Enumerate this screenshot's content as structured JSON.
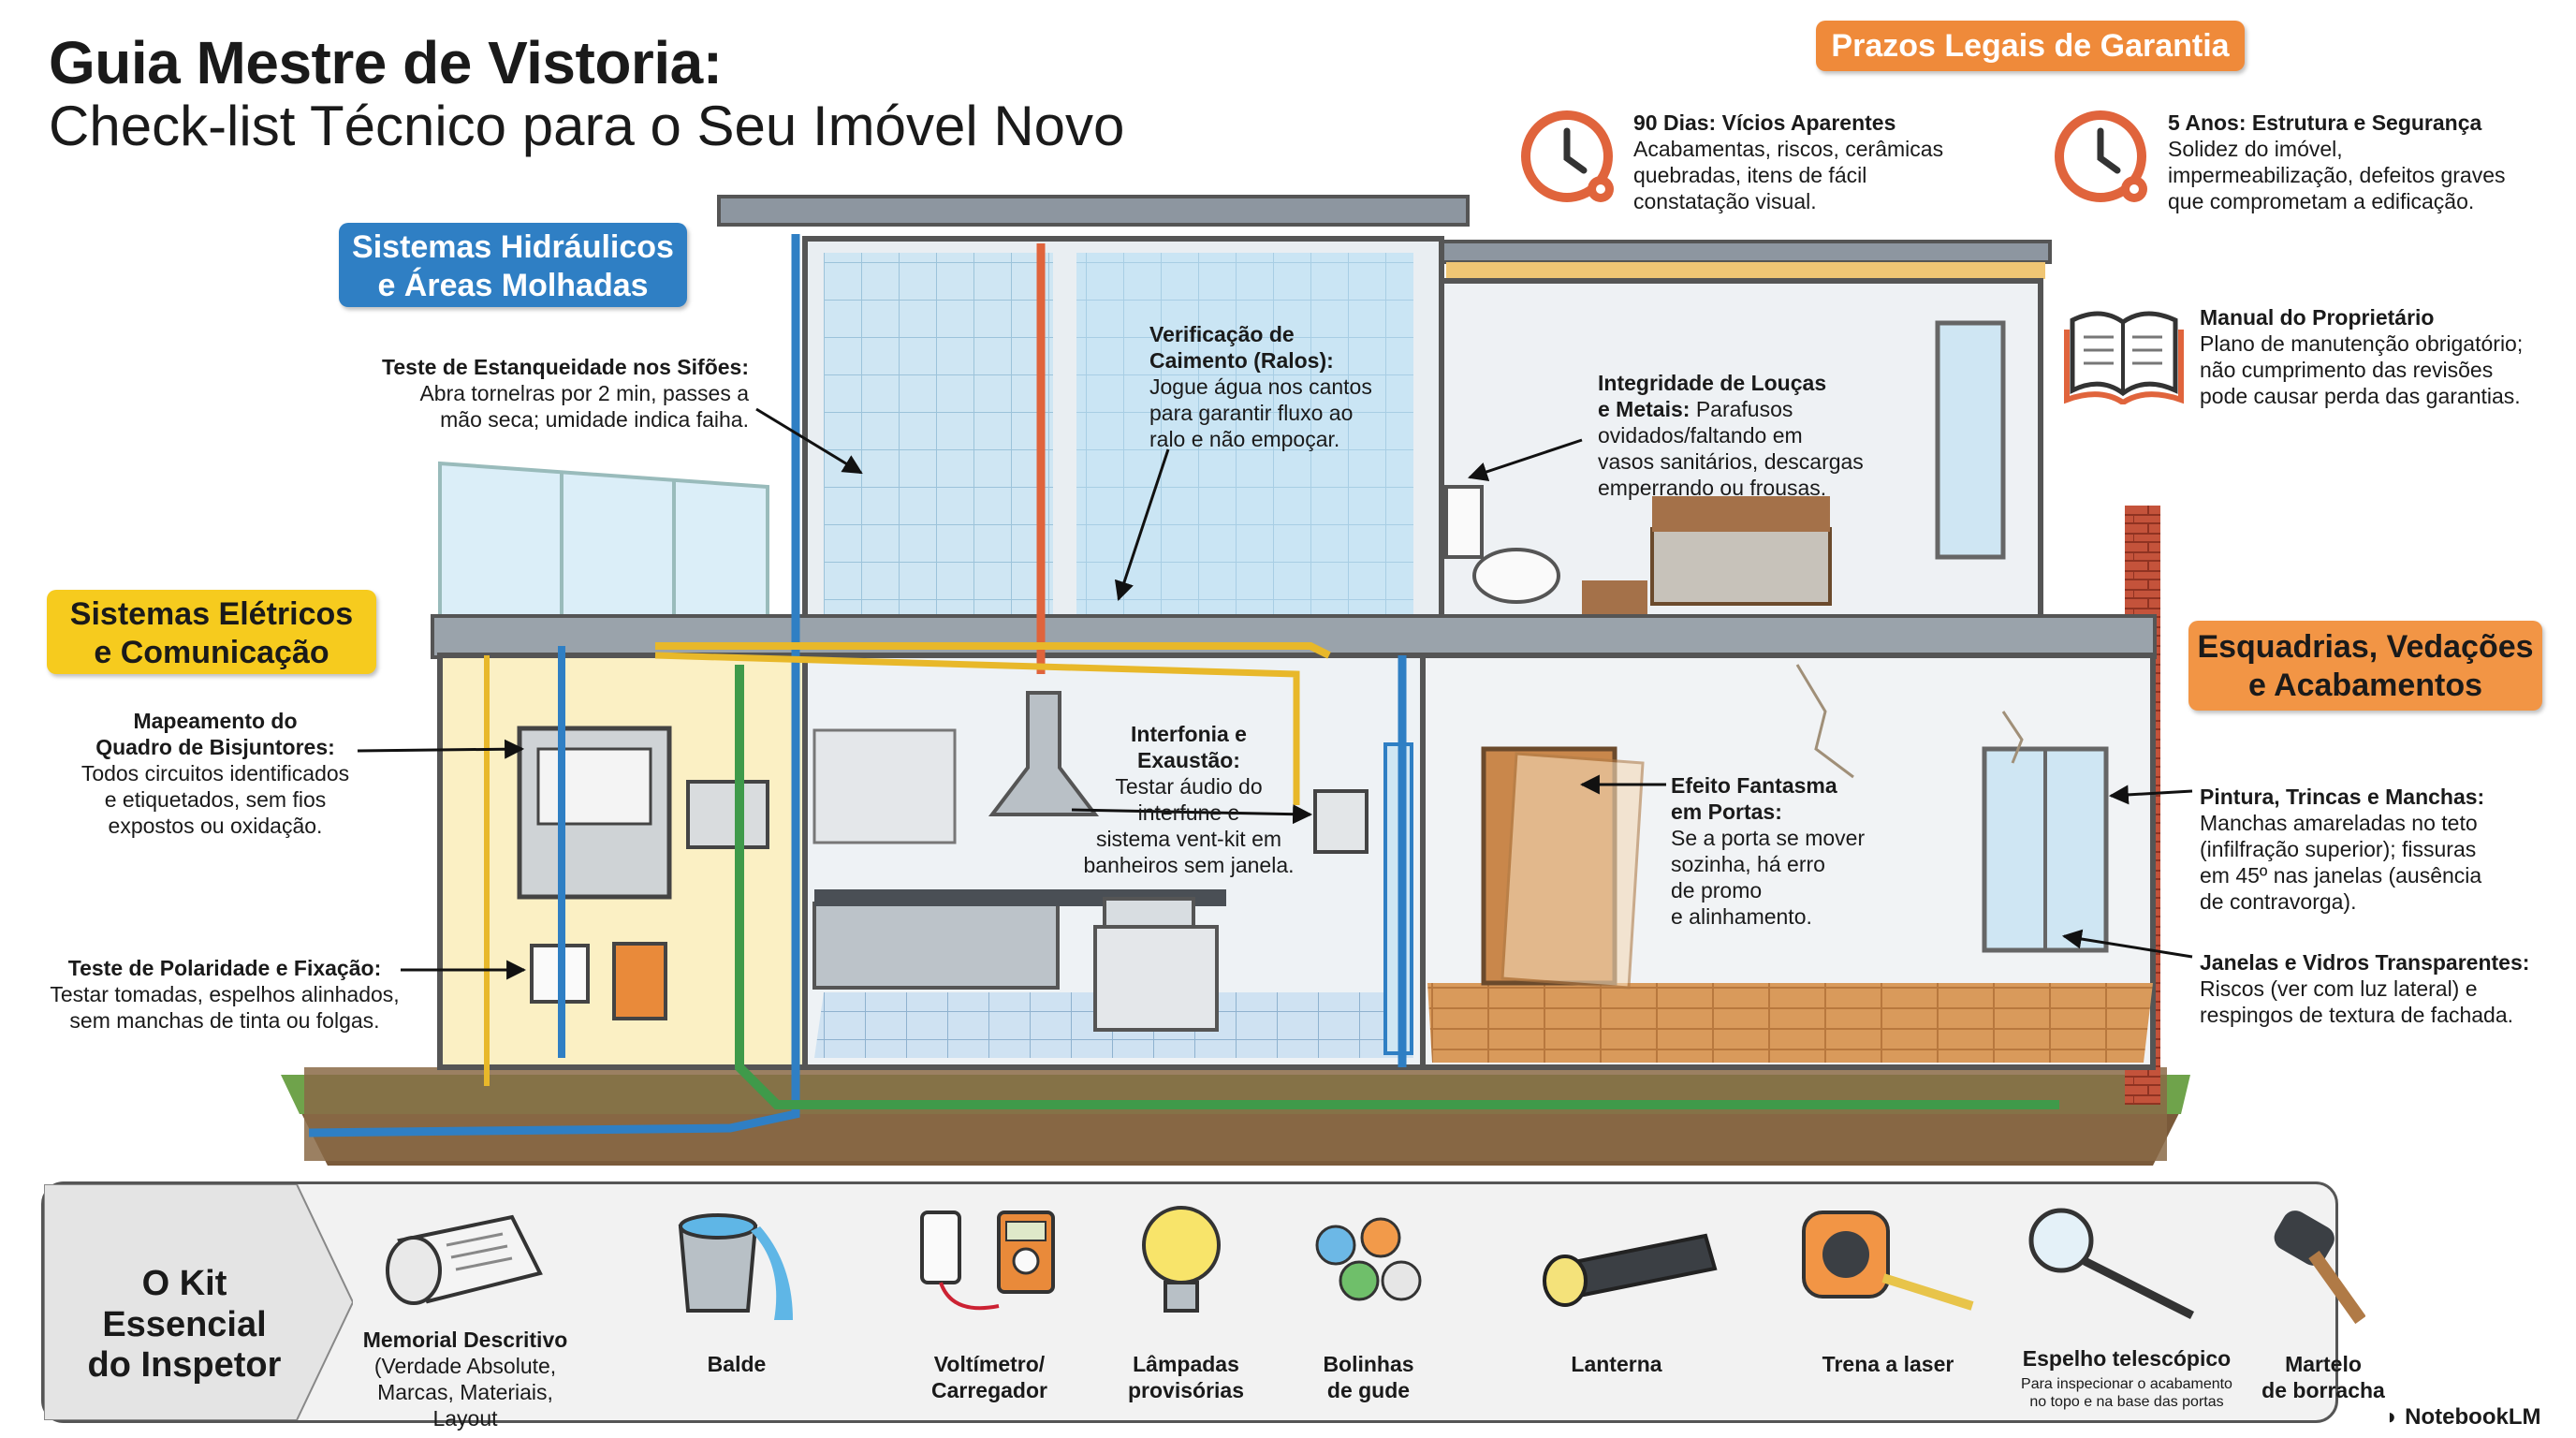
{
  "title": {
    "line1": "Guia Mestre de Vistoria:",
    "line2": "Check-list Técnico para o Seu Imóvel Novo"
  },
  "sections": {
    "hidraulica": "Sistemas Hidráulicos\ne Áreas Molhadas",
    "eletrica": "Sistemas Elétricos\ne Comunicação",
    "esquadrias": "Esquadrias, Vedações\ne Acabamentos",
    "prazos": "Prazos Legais de Garantia"
  },
  "guarantees": [
    {
      "heading": "90 Dias: Vícios Aparentes",
      "text": "Acabamentas, riscos, cerâmicas\nquebradas, itens de fácil\nconstatação visual."
    },
    {
      "heading": "5 Anos: Estrutura e Segurança",
      "text": "Solidez do imóvel,\nimpermeabilização, defeitos graves\nque comprometam a edificação."
    },
    {
      "heading": "Manual do Proprietário",
      "text": "Plano de manutenção obrigatório;\nnão cumprimento das revisões\npode causar perda das garantias."
    }
  ],
  "callouts": {
    "sifoes": {
      "heading": "Teste de Estanqueidade nos Sifões:",
      "text": "Abra tornelras por 2 min, passes  a\nmão seca; umidade indica faiha."
    },
    "caimento": {
      "heading": "Verificação de\nCaimento (Ralos):",
      "text": "Jogue água nos cantos\npara garantir fluxo ao\nralo e não empoçar."
    },
    "loucas": {
      "heading": "Integridade de Louças\ne Metais:",
      "text": " Parafusos\novidados/faltando em\nvasos sanitários, descargas\nemperrando ou frousas."
    },
    "quadro": {
      "heading": "Mapeamento do\nQuadro de Bisjuntores:",
      "text": "Todos circuitos identificados\ne etiquetados, sem fios\nexpostos ou oxidação."
    },
    "polaridade": {
      "heading": "Teste de Polaridade e Fixação:",
      "text": "Testar tomadas, espelhos alinhados,\nsem manchas de tinta ou folgas."
    },
    "interfonia": {
      "heading": "Interfonia e\nExaustão:",
      "text": "Testar áudio do\ninterfune e\nsistema vent-kit em\nbanheiros sem janela."
    },
    "fantasma": {
      "heading": "Efeito Fantasma\nem Portas:",
      "text": "Se a porta se mover\nsozinha, há erro\nde promo\ne alinhamento."
    },
    "pintura": {
      "heading": "Pintura, Trincas e Manchas:",
      "text": "Manchas amareladas no teto\n(infilfração superior); fissuras\nem 45º nas janelas (ausência\nde contravorga)."
    },
    "janelas": {
      "heading": "Janelas e Vidros Transparentes:",
      "text": "Riscos (ver com luz lateral) e\nrespingos de textura de fachada."
    }
  },
  "kit": {
    "title": "O Kit Essencial\ndo Inspetor",
    "items": [
      {
        "label": "Memorial Descritivo",
        "sub": "(Verdade Absolute,\nMarcas, Materiais, Layout",
        "icon": "document-scroll-icon"
      },
      {
        "label": "Balde",
        "sub": "",
        "icon": "bucket-icon"
      },
      {
        "label": "Voltímetro/\nCarregador",
        "sub": "",
        "icon": "multimeter-icon"
      },
      {
        "label": "Lâmpadas\nprovisórias",
        "sub": "",
        "icon": "light-bulb-icon"
      },
      {
        "label": "Bolinhas\nde gude",
        "sub": "",
        "icon": "marbles-icon"
      },
      {
        "label": "Lanterna",
        "sub": "",
        "icon": "flashlight-icon"
      },
      {
        "label": "Trena a laser",
        "sub": "",
        "icon": "tape-measure-icon"
      },
      {
        "label": "Espelho telescópico",
        "sub": "Para inspecionar o acabamento\nno topo e na base das portas",
        "icon": "telescopic-mirror-icon"
      },
      {
        "label": "Martelo\nde borracha",
        "sub": "",
        "icon": "rubber-mallet-icon"
      }
    ]
  },
  "brand": "NotebookLM",
  "colors": {
    "blue": "#2f7fc4",
    "yellow": "#f6cb1e",
    "orange": "#ef8a3a",
    "pipe_blue": "#2f7fc4",
    "pipe_orange": "#e0643c",
    "pipe_green": "#3f9a4a",
    "pipe_yellow": "#e8b82a"
  }
}
